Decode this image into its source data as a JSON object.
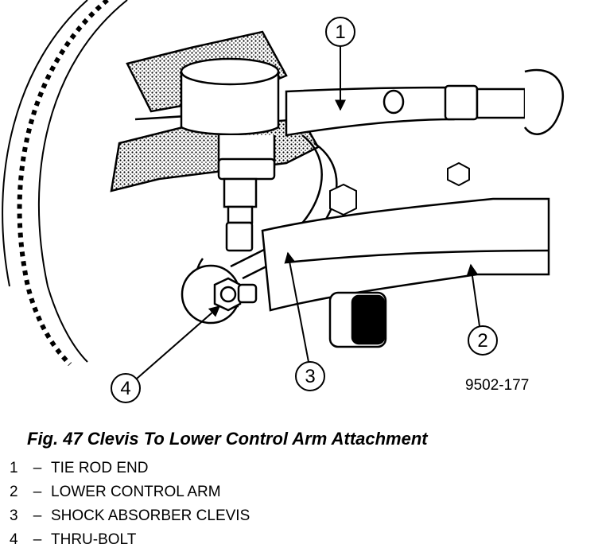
{
  "figure": {
    "reference_code": "9502-177",
    "caption": "Fig. 47 Clevis To Lower Control Arm Attachment",
    "callouts": [
      "1",
      "2",
      "3",
      "4"
    ]
  },
  "legend": [
    {
      "number": "1",
      "dash": "–",
      "label": "TIE ROD END"
    },
    {
      "number": "2",
      "dash": "–",
      "label": "LOWER CONTROL ARM"
    },
    {
      "number": "3",
      "dash": "–",
      "label": "SHOCK ABSORBER CLEVIS"
    },
    {
      "number": "4",
      "dash": "–",
      "label": "THRU-BOLT"
    }
  ]
}
